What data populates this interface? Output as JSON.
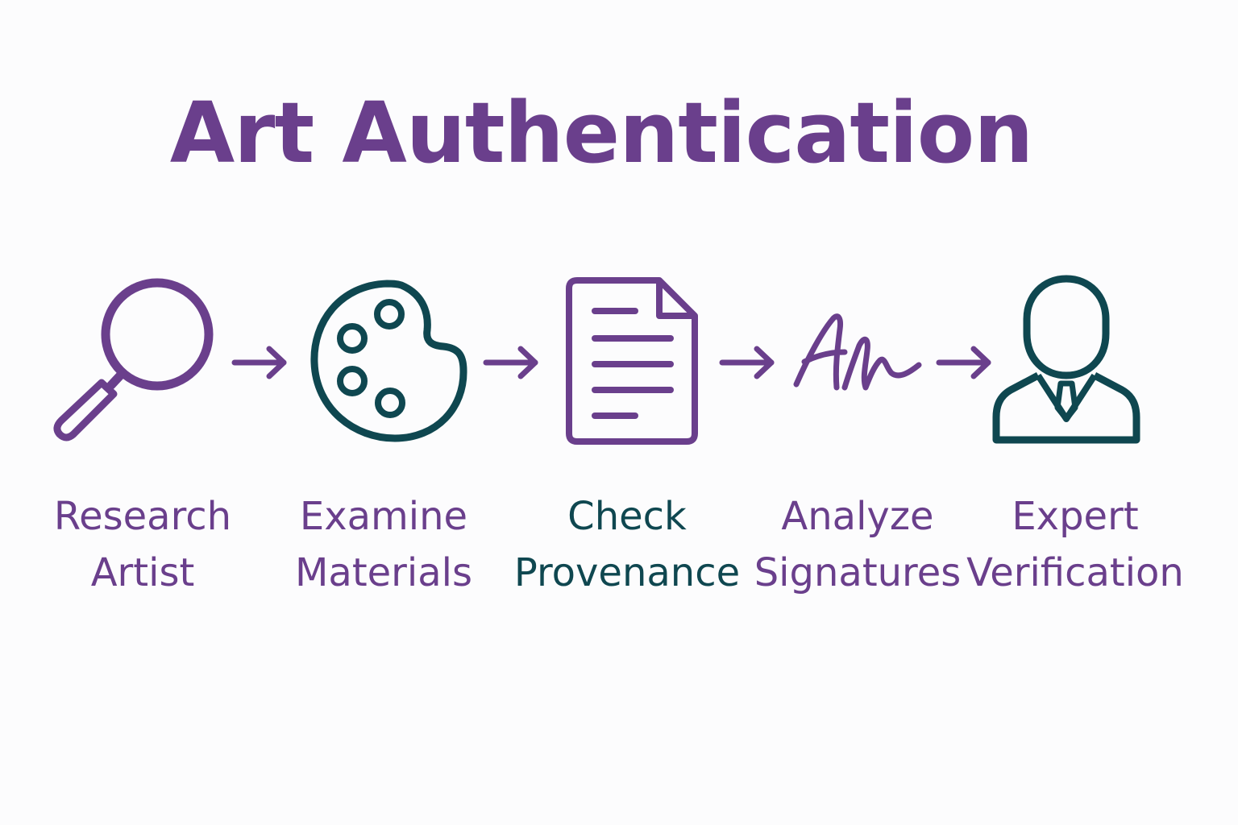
{
  "title": "Art Authentication",
  "colors": {
    "purple": "#6a3f8c",
    "teal": "#0f4750",
    "background": "#fcfcfd"
  },
  "steps": [
    {
      "icon": "magnifying-glass-icon",
      "line1": "Research",
      "line2": "Artist",
      "color": "#6a3f8c"
    },
    {
      "icon": "palette-icon",
      "line1": "Examine",
      "line2": "Materials",
      "color": "#6a3f8c"
    },
    {
      "icon": "document-icon",
      "line1": "Check",
      "line2": "Provenance",
      "color": "#0f4750"
    },
    {
      "icon": "signature-icon",
      "line1": "Analyze",
      "line2": "Signatures",
      "color": "#6a3f8c"
    },
    {
      "icon": "person-icon",
      "line1": "Expert",
      "line2": "Verification",
      "color": "#6a3f8c"
    }
  ],
  "arrows": [
    "arrow-right-icon",
    "arrow-right-icon",
    "arrow-right-icon",
    "arrow-right-icon"
  ]
}
